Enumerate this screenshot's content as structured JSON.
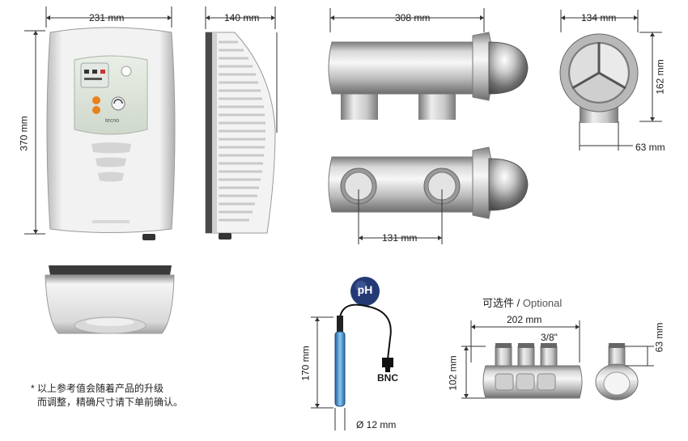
{
  "dimensions": {
    "ctrl_width": "231 mm",
    "ctrl_height": "370 mm",
    "ctrl_depth": "140 mm",
    "cell_length": "308 mm",
    "cell_front_width": "134 mm",
    "cell_front_height": "162 mm",
    "cell_front_depth": "63 mm",
    "cell_port_spacing": "131 mm",
    "ph_label": "pH",
    "ph_length": "170 mm",
    "ph_connector": "BNC",
    "ph_diameter": "Ø 12 mm",
    "manifold_title_cn": "可选件",
    "manifold_title_sep": " / ",
    "manifold_title_en": "Optional",
    "manifold_length": "202 mm",
    "manifold_thread": "3/8\"",
    "manifold_height": "102 mm",
    "clamp_height": "63 mm"
  },
  "note": {
    "line1": "* 以上参考值会随着产品的升级",
    "line2": "而调整，精确尺寸请下单前确认。"
  },
  "device": {
    "brand": "tecno"
  },
  "colors": {
    "steel_light": "#e8e8e8",
    "steel_dark": "#8a8a8a",
    "accent_orange": "#e8821e",
    "ph_bubble": "#243a74",
    "probe_blue": "#3a8bd0"
  }
}
